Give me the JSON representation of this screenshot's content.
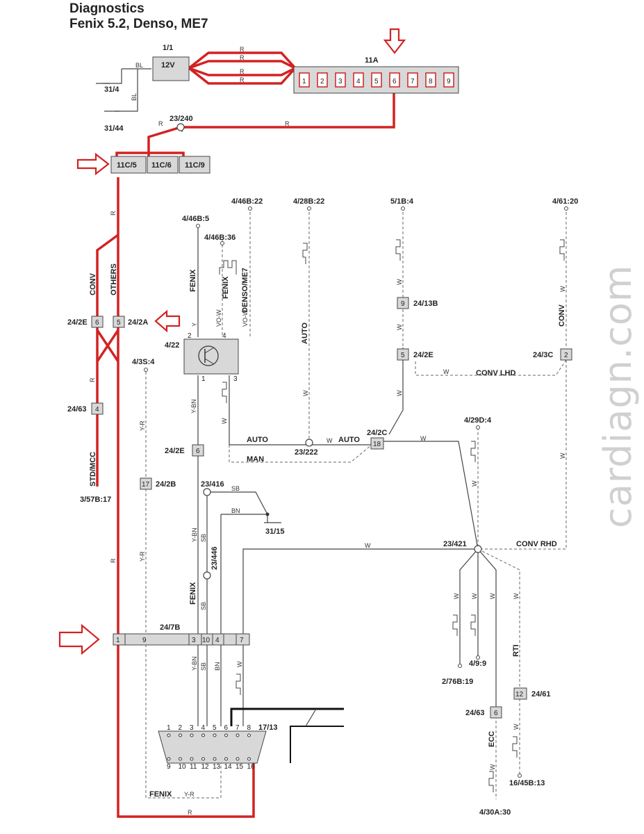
{
  "title": {
    "line1": "Diagnostics",
    "line2": "Fenix 5.2, Denso, ME7"
  },
  "watermark": "cardiagn.com",
  "wire_colors": {
    "red": "R",
    "black": "BL",
    "white": "W",
    "yellow": "Y",
    "vo_w": "VO-W",
    "y_bn": "Y-BN",
    "y_r": "Y-R",
    "sb": "SB",
    "bn": "BN"
  },
  "components": {
    "battery_ref": "1/1",
    "battery_voltage": "12V",
    "fusebox": "11A",
    "fuse_pins": [
      "1",
      "2",
      "3",
      "4",
      "5",
      "6",
      "7",
      "8",
      "9"
    ],
    "ground_1": "31/4",
    "ground_2": "31/44",
    "splice_top": "23/240",
    "fuse_c5": "11C/5",
    "fuse_c6": "11C/6",
    "fuse_c9": "11C/9",
    "conn_2e_left": "24/2E",
    "conn_2a": "24/2A",
    "conn_63_left": "24/63",
    "term_3_57b": "3/57B:17",
    "term_4_3s": "4/3S:4",
    "conn_2b": "24/2B",
    "term_4_46b5": "4/46B:5",
    "term_4_46b22": "4/46B:22",
    "term_4_46b36": "4/46B:36",
    "relay_4_22": "4/22",
    "term_4_28b": "4/28B:22",
    "term_5_1b": "5/1B:4",
    "term_4_61": "4/61:20",
    "conn_13b": "24/13B",
    "conn_2e_mid": "24/2E",
    "conn_3c": "24/3C",
    "conn_2e_low": "24/2E",
    "splice_222": "23/222",
    "conn_2c": "24/2C",
    "term_4_29d": "4/29D:4",
    "splice_416": "23/416",
    "ground_15": "31/15",
    "splice_446": "23/446",
    "splice_421": "23/421",
    "conn_7b": "24/7B",
    "term_2_76b": "2/76B:19",
    "term_4_9": "4/9:9",
    "conn_61": "24/61",
    "conn_63_right": "24/63",
    "dlc": "17/13",
    "term_16_45b": "16/45B:13",
    "term_4_30a": "4/30A:30"
  },
  "pin_numbers": {
    "p6": "6",
    "p5": "5",
    "p4": "4",
    "p17": "17",
    "p9": "9",
    "p2": "2",
    "p18": "18",
    "p12": "12",
    "p1": "1",
    "p3": "3",
    "p10": "10",
    "p7": "7"
  },
  "variant_labels": {
    "conv": "CONV",
    "others": "OTHERS",
    "std_mcc": "STD/MCC",
    "fenix": "FENIX",
    "denso_me7": "DENSO/ME7",
    "auto": "AUTO",
    "man": "MAN",
    "conv_lhd": "CONV LHD",
    "conv_rhd": "CONV RHD",
    "ecc": "ECC",
    "rti": "RTI"
  },
  "dlc_pins_top": [
    "1",
    "2",
    "3",
    "4",
    "5",
    "6",
    "7",
    "8"
  ],
  "dlc_pins_bottom": [
    "9",
    "10",
    "11",
    "12",
    "13",
    "14",
    "15",
    "16"
  ]
}
